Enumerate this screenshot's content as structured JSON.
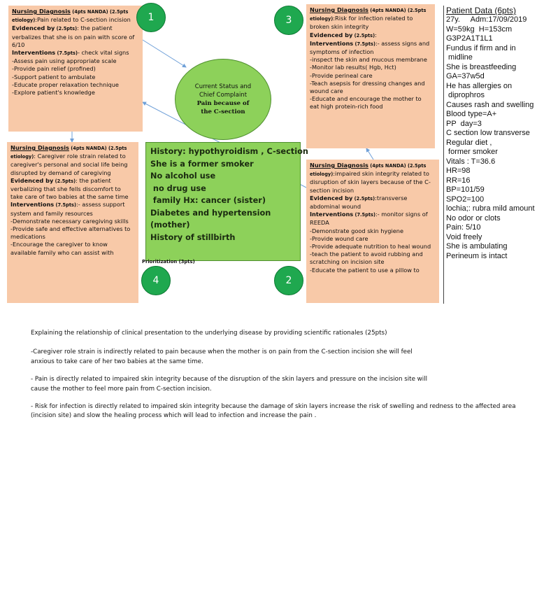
{
  "diagnosis1": {
    "number": "1",
    "title": "Nursing Diagnosis",
    "title_pts": " (4pts NANDA) (2.5pts etiology)",
    "statement": ":Pain related to C-section incision",
    "evidence_label": "Evidenced by",
    "evidence_pts": " (2.5pts)",
    "evidence_text": ": the patient verbalizes that she is on pain with score of 6/10",
    "interventions_label": " Interventions",
    "interventions_pts": " (7.5pts)",
    "interventions_text": "- check vital signs",
    "items": [
      "-Assess pain using appropriate scale",
      "-Provide pain relief (profined)",
      "-Support patient to ambulate",
      "-Educate proper relaxation technique",
      "-Explore patient's knowledge"
    ]
  },
  "diagnosis2": {
    "number": "2",
    "title": "Nursing Diagnosis",
    "title_pts": " (4pts NANDA) (2.5pts etiology)",
    "statement": ":impaired skin integrity related to disruption of skin layers because of the C-section incision",
    "evidence_label": "Evidenced by",
    "evidence_pts": " (2.5pts)",
    "evidence_text": ":transverse abdominal wound",
    "interventions_label": "Interventions",
    "interventions_pts": " (7.5pts)",
    "interventions_text": ":- monitor signs of REEDA",
    "items": [
      "-Demonstrate good skin hygiene",
      "-Provide wound care",
      "-Provide adequate nutrition to heal wound",
      "-teach the patient to avoid rubbing and scratching on incision site",
      "-Educate the patient to use a pillow to"
    ]
  },
  "diagnosis3": {
    "number": "3",
    "title": "Nursing Diagnosis",
    "title_pts": " (4pts NANDA) (2.5pts etiology)",
    "statement": ":Risk for infection related to broken skin integrity",
    "evidence_label": "Evidenced by",
    "evidence_pts": " (2.5pts)",
    "evidence_text": ":",
    "interventions_label": "Interventions",
    "interventions_pts": " (7.5pts)",
    "interventions_text": ":- assess signs and symptoms of infection",
    "items": [
      "-inspect the skin and mucous membrane",
      "-Monitor lab results( Hgb, Hct)",
      "-Provide perineal care",
      "-Teach asepsis for dressing changes and wound care",
      "-Educate and encourage  the mother to eat high protein-rich food"
    ]
  },
  "diagnosis4": {
    "number": "4",
    "title": "Nursing Diagnosis",
    "title_pts": " (4pts NANDA) (2.5pts etiology)",
    "statement": ": Caregiver role strain related to caregiver's personal and social  life being disrupted by demand of caregiving",
    "evidence_label": "Evidenced by",
    "evidence_pts": " (2.5pts)",
    "evidence_text": ": the patient verbalizing that she fells discomfort to take care of two babies at the same time",
    "interventions_label": "Interventions",
    "interventions_pts": " (7.5pts)",
    "interventions_text": ":- assess support system and family resources",
    "items": [
      "-Demonstrate necessary caregiving skills",
      "-Provide safe and effective alternatives to medications",
      "-Encourage the caregiver to know available family who can assist with"
    ]
  },
  "status": {
    "line1": "Current Status and",
    "line2": "Chief Complaint",
    "line3": "Pain because of",
    "line4": "the C-section"
  },
  "history": [
    "History: hypothyroidism , C-section",
    "She is a former smoker",
    "No alcohol use",
    " no drug use",
    " family Hx: cancer (sister)",
    "Diabetes and hypertension",
    "(mother)",
    "History of stillbirth"
  ],
  "prioritization": "Prioritization (3pts)",
  "patient_data": {
    "title": "Patient Data",
    "title_pts": " (6pts)",
    "lines": [
      "27y.     Adm:17/09/2019",
      "W=59kg  H=153cm",
      "G3P2A1T1L1",
      "Fundus if firm and in",
      " midline",
      "She is breastfeeding",
      "GA=37w5d",
      "He has allergies on",
      " diprophros",
      "Causes rash and swelling",
      "Blood type=A+",
      "PP  day=3",
      "C section low transverse",
      "Regular diet ,",
      " former smoker",
      "Vitals : T=36.6",
      "HR=98",
      "RR=16",
      "BP=101/59",
      "SPO2=100",
      "lochia;: rubra mild amount",
      "No odor or clots",
      "Pain: 5/10",
      "Void freely",
      "She is ambulating",
      "Perineum is intact"
    ]
  },
  "explanation": {
    "heading": "Explaining the relationship of clinical presentation to the underlying disease by providing scientific rationales (25pts)",
    "p1": "-Caregiver role strain is indirectly related to pain because  when the mother is on pain from the C-section incision she will feel anxious to take care  of her two babies at the same time.",
    "p2": "- Pain is directly related to impaired skin integrity because of the disruption of the skin layers and pressure on the incision site will cause the mother to feel more pain from C-section incision.",
    "p3": "- Risk for infection is directly related to impaired skin integrity because the damage of skin layers  increase the risk of swelling and redness to the affected area (incision site) and slow the healing process which will lead to infection  and increase the pain ."
  },
  "colors": {
    "box": "#f8c9a8",
    "green": "#8dd15a",
    "circle": "#1fa84f",
    "arrow": "#6fa0d8"
  }
}
